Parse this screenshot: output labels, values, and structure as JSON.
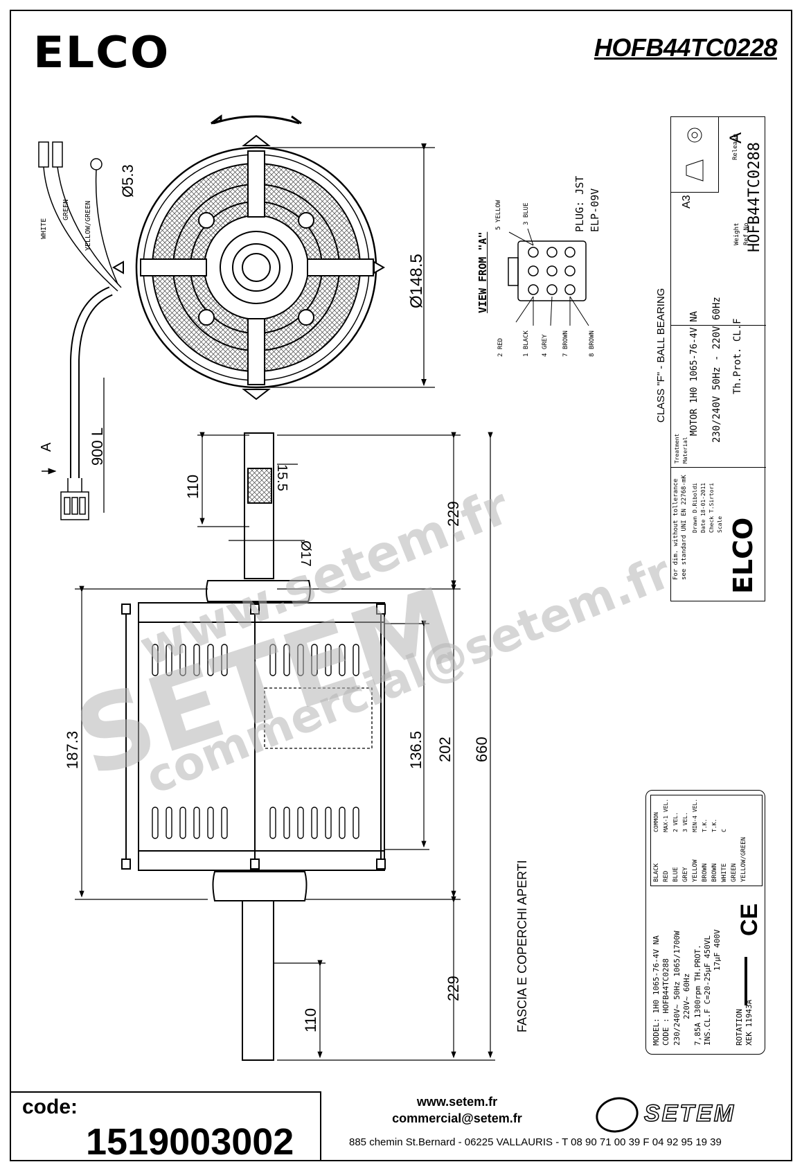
{
  "header": {
    "brand": "ELCO",
    "part_number": "HOFB44TC0228"
  },
  "drawing": {
    "wire_labels": [
      "WHITE",
      "GREEN",
      "YELLOW/GREEN"
    ],
    "dims": {
      "terminal": "Ø5.3",
      "fan_diameter": "Ø148.5",
      "cable_length": "900 L",
      "view_marker": "A",
      "shaft_key": "110",
      "shaft_flat": "15.5",
      "shaft_length": "229",
      "shaft_dia": "Ø17",
      "body_height": "187.3",
      "inner_height": "136.5",
      "total_body": "202",
      "overall": "660",
      "shaft_length_bottom": "229",
      "shaft_key_bottom": "110"
    },
    "connector": {
      "title": "VIEW FROM \"A\"",
      "plug_line1": "PLUG: JST",
      "plug_line2": "ELP-09V",
      "pins": [
        "5 YELLOW",
        "3 BLUE",
        "2 RED",
        "1 BLACK",
        "4 GREY",
        "7 BROWN",
        "8 BROWN"
      ]
    },
    "class_note": "CLASS \"F\" - BALL BEARING",
    "open_note": "FASCIA E COPERCHI APERTI"
  },
  "title_block": {
    "sheet_size": "A3",
    "release_label": "Release",
    "release": "A",
    "weight_label": "Weight",
    "ref_label": "Ref.No",
    "code": "HOFB44TC0288",
    "motor_line1": "MOTOR 1H0 1065-76-4V NA",
    "motor_line2": "230/240V 50Hz - 220V 60Hz",
    "motor_line3": "Th.Prot. CL.F",
    "treatment_label": "Treatment",
    "material_label": "Material",
    "tolerance_line1": "For dim. without tollerance",
    "tolerance_line2": "see standard UNI EN 22768-mK",
    "drawn": "Drawn D.Riboldi",
    "date": "Date 18-01-2011",
    "check": "Check T.Sirtori",
    "scale": "Scale",
    "logo": "ELCO"
  },
  "plate": {
    "wires": [
      {
        "color": "BLACK",
        "func": "COMMON"
      },
      {
        "color": "RED",
        "func": "MAX-1 VEL."
      },
      {
        "color": "BLUE",
        "func": "2 VEL."
      },
      {
        "color": "GREY",
        "func": "3 VEL."
      },
      {
        "color": "YELLOW",
        "func": "MIN-4 VEL."
      },
      {
        "color": "BROWN",
        "func": "T.K."
      },
      {
        "color": "BROWN",
        "func": "T.K."
      },
      {
        "color": "WHITE",
        "func": "C"
      },
      {
        "color": "GREEN",
        "func": ""
      },
      {
        "color": "YELLOW/GREEN",
        "func": ""
      }
    ],
    "model": "MODEL: 1H0 1065-76-4V NA",
    "code": "CODE : HOFB44TC0288",
    "line3": "230/240V~   50Hz  1065/1700W",
    "line4": "220V~   60Hz",
    "line5": "7,85A   1300rpm    TH.PROT.",
    "line6": "INS.CL.F  C=20-25μF  450VL",
    "line7": "17μF  400V",
    "rotation": "ROTATION",
    "xek": "XEK 11943A",
    "ce": "CE"
  },
  "footer": {
    "code_label": "code:",
    "code": "1519003002",
    "web": "www.setem.fr",
    "email": "commercial@setem.fr",
    "address": "885 chemin St.Bernard  -  06225 VALLAURIS  -  T 08 90 71 00 39   F 04 92 95 19 39",
    "brand": "SETEM"
  },
  "watermarks": [
    "www.setem.fr",
    "SETEM",
    "commercial@setem.fr"
  ]
}
